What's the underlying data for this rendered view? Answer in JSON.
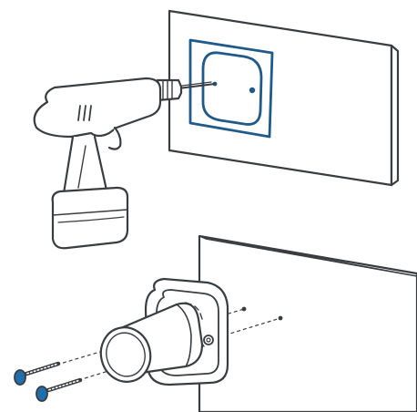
{
  "illustration": {
    "steps": [
      {
        "id": "drill-holes",
        "parts": [
          "wall-panel",
          "mounting-template",
          "cordless-drill"
        ]
      },
      {
        "id": "fasten-mount",
        "parts": [
          "wall-panel",
          "wall-mount",
          "screw",
          "screw"
        ]
      }
    ],
    "colors": {
      "outline": "#3a3d40",
      "template": "#1f5a8a",
      "screw_head": "#1f6fae",
      "drill_fill": "#ffffff",
      "background": "#ffffff"
    },
    "icons": [
      "drill-icon",
      "template-icon",
      "wall-mount-icon",
      "screw-icon"
    ]
  }
}
